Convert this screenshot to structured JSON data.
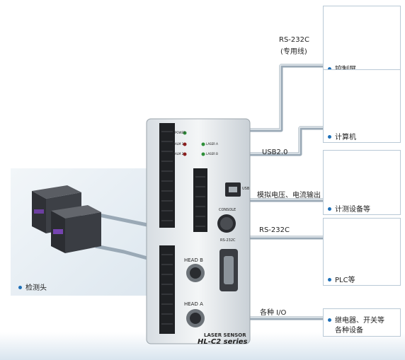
{
  "sensor_head": {
    "label": "检测头"
  },
  "controller": {
    "brand_line": "LASER SENSOR",
    "model_line": "HL-C2 series",
    "indicators": [
      "POWER",
      "ALM 1",
      "ALM 2",
      "LASER A",
      "LASER B"
    ],
    "ports": {
      "usb": "USB",
      "console": "CONSOLE",
      "rs232": "RS-232C",
      "head_b": "HEAD B",
      "head_a": "HEAD A"
    }
  },
  "connections": [
    {
      "id": "rs232c-dedicated",
      "line1": "RS-232C",
      "line2": "(专用线)",
      "device": "控制屏"
    },
    {
      "id": "usb",
      "line1": "USB2.0",
      "device": "计算机"
    },
    {
      "id": "analog",
      "line1": "模拟电压、电流输出",
      "device": "计测设备等"
    },
    {
      "id": "rs232c",
      "line1": "RS-232C",
      "device": "PLC等"
    },
    {
      "id": "io",
      "line1": "各种 I/O",
      "device_line1": "继电器、开关等",
      "device_line2": "各种设备"
    }
  ],
  "colors": {
    "accent": "#1d6fb8",
    "cable": "#9aa9b6",
    "card_border": "#b9c9d6",
    "bg_panel": "#e6eef5"
  }
}
